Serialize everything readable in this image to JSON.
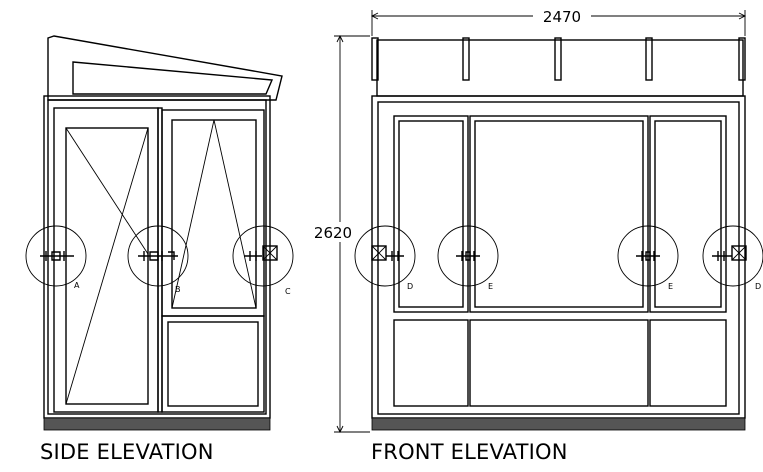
{
  "captions": {
    "side": "SIDE ELEVATION",
    "front": "FRONT ELEVATION"
  },
  "dimensions": {
    "width": "2470",
    "height": "2620"
  },
  "detail_markers": [
    "A",
    "B",
    "C",
    "D",
    "E",
    "E",
    "D"
  ]
}
